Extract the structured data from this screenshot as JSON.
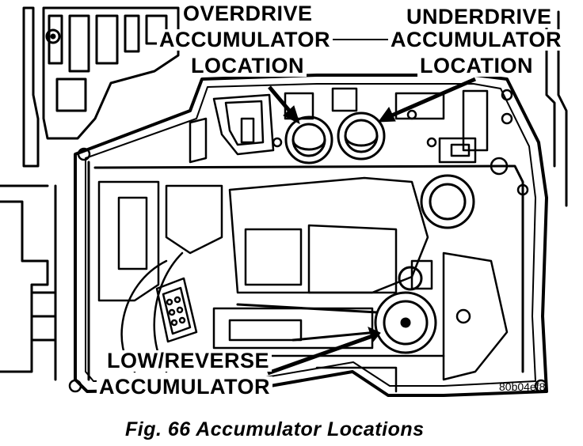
{
  "figure": {
    "callouts": {
      "overdrive_line1": "OVERDRIVE",
      "overdrive_line2": "ACCUMULATOR",
      "overdrive_line3": "LOCATION",
      "underdrive_line1": "UNDERDRIVE",
      "underdrive_line2": "ACCUMULATOR",
      "underdrive_line3": "LOCATION",
      "lowreverse_line1": "LOW/REVERSE",
      "lowreverse_line2": "ACCUMULATOR"
    },
    "image_code": "80b04ef8",
    "caption": "Fig. 66 Accumulator Locations"
  }
}
